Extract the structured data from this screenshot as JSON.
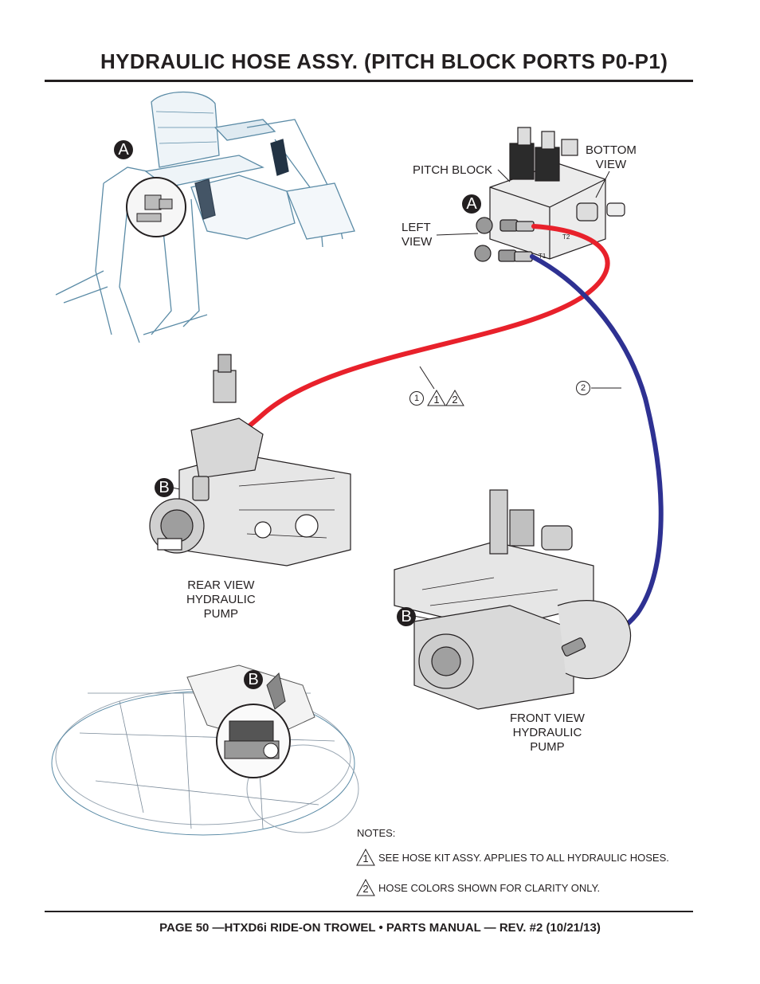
{
  "page": {
    "title": "HYDRAULIC HOSE ASSY. (PITCH BLOCK PORTS P0-P1)",
    "footer": "PAGE 50 —HTXD6i RIDE-ON TROWEL • PARTS MANUAL — REV. #2 (10/21/13)"
  },
  "labels": {
    "pitch_block": "PITCH BLOCK",
    "bottom_view": [
      "BOTTOM",
      "VIEW"
    ],
    "left_view": [
      "LEFT",
      "VIEW"
    ],
    "rear_view": [
      "REAR VIEW",
      "HYDRAULIC",
      "PUMP"
    ],
    "front_view": [
      "FRONT VIEW",
      "HYDRAULIC",
      "PUMP"
    ]
  },
  "callouts": {
    "a": "A",
    "b": "B",
    "item1": "1",
    "item2": "2",
    "note1_flag": "1",
    "note2_flag": "2"
  },
  "notes": {
    "heading": "NOTES:",
    "note1": "SEE HOSE KIT ASSY.  APPLIES TO ALL HYDRAULIC HOSES.",
    "note2": "HOSE COLORS SHOWN FOR CLARITY ONLY."
  },
  "colors": {
    "hose1": "#e8212b",
    "hose2": "#2e3192",
    "frame_line": "#5b8ba6",
    "ink": "#231f20"
  }
}
